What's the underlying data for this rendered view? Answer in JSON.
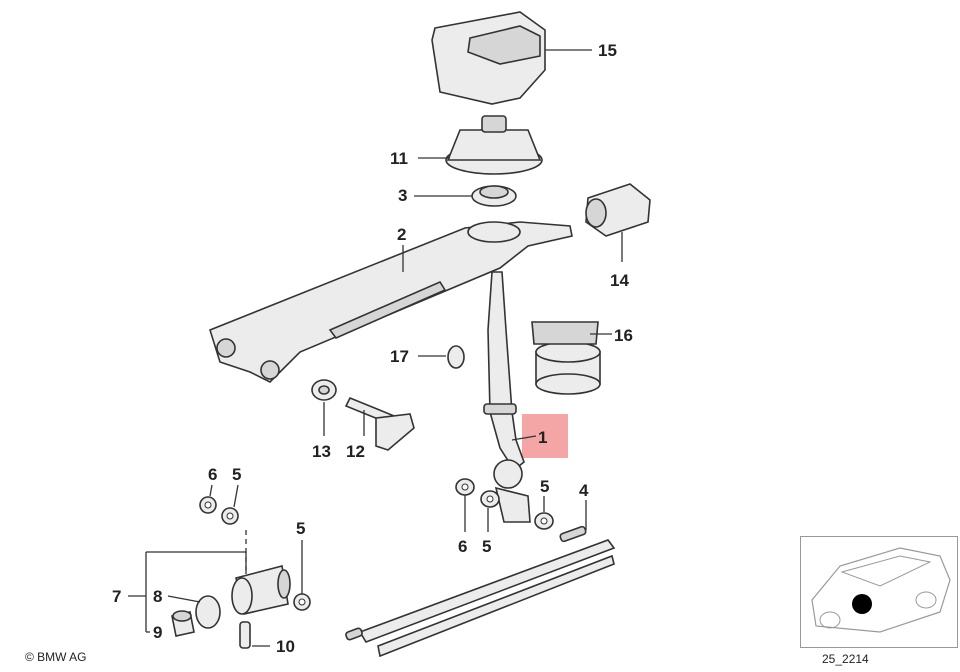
{
  "callouts": {
    "c1": "1",
    "c2": "2",
    "c3": "3",
    "c4": "4",
    "c5a": "5",
    "c5b": "5",
    "c5c": "5",
    "c5d": "5",
    "c6a": "6",
    "c6b": "6",
    "c7": "7",
    "c8": "8",
    "c9": "9",
    "c10": "10",
    "c11": "11",
    "c12": "12",
    "c13": "13",
    "c14": "14",
    "c15": "15",
    "c16": "16",
    "c17": "17"
  },
  "highlight_color": "#f4a5a5",
  "footer": {
    "copyright": "© BMW AG",
    "reference": "25_2214"
  }
}
